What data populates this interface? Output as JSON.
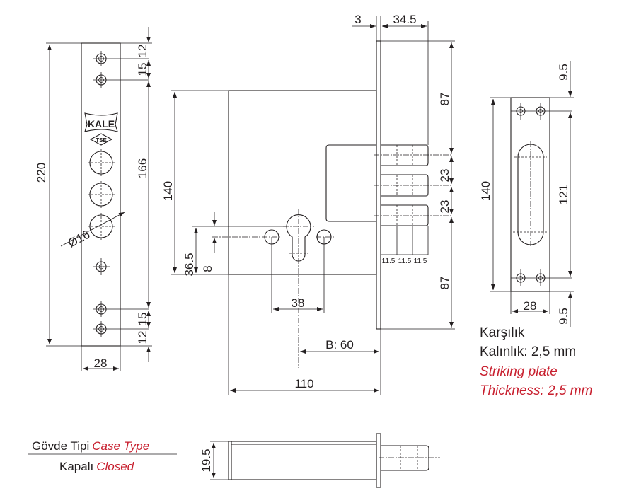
{
  "front_plate": {
    "dims": {
      "total_height": "220",
      "top_offset": "12",
      "top_spacing": "15",
      "hole_span": "166",
      "bottom_spacing": "15",
      "bottom_offset": "12",
      "width": "28",
      "cylinder_diameter": "Ø16"
    },
    "brand_logo": "KALE",
    "cert_logo": "TSE"
  },
  "case_view": {
    "dims": {
      "faceplate_thickness": "3",
      "bolt_projection": "34.5",
      "top_to_bolt": "87",
      "bolt_spacing_1": "23",
      "bolt_spacing_2": "23",
      "bolt_to_bottom": "87",
      "case_height": "140",
      "cylinder_height": "36.5",
      "keyhole_offset": "8",
      "handle_spacing": "38",
      "backset": "B: 60",
      "case_depth": "110",
      "bolt_segments": [
        "11.5",
        "11.5",
        "11.5"
      ]
    }
  },
  "strike_plate": {
    "dims": {
      "height": "140",
      "hole_span": "121",
      "top_offset": "9.5",
      "bottom_offset": "9.5",
      "width": "28"
    },
    "label_tr": "Karşılık",
    "thickness_tr": "Kalınlık: 2,5 mm",
    "label_en": "Striking plate",
    "thickness_en": "Thickness: 2,5 mm"
  },
  "case_type": {
    "label_tr": "Gövde Tipi",
    "label_en": "Case Type",
    "value_tr": "Kapalı",
    "value_en": "Closed",
    "thickness_dim": "19.5"
  },
  "colors": {
    "line": "#231f20",
    "accent": "#c8202f"
  }
}
